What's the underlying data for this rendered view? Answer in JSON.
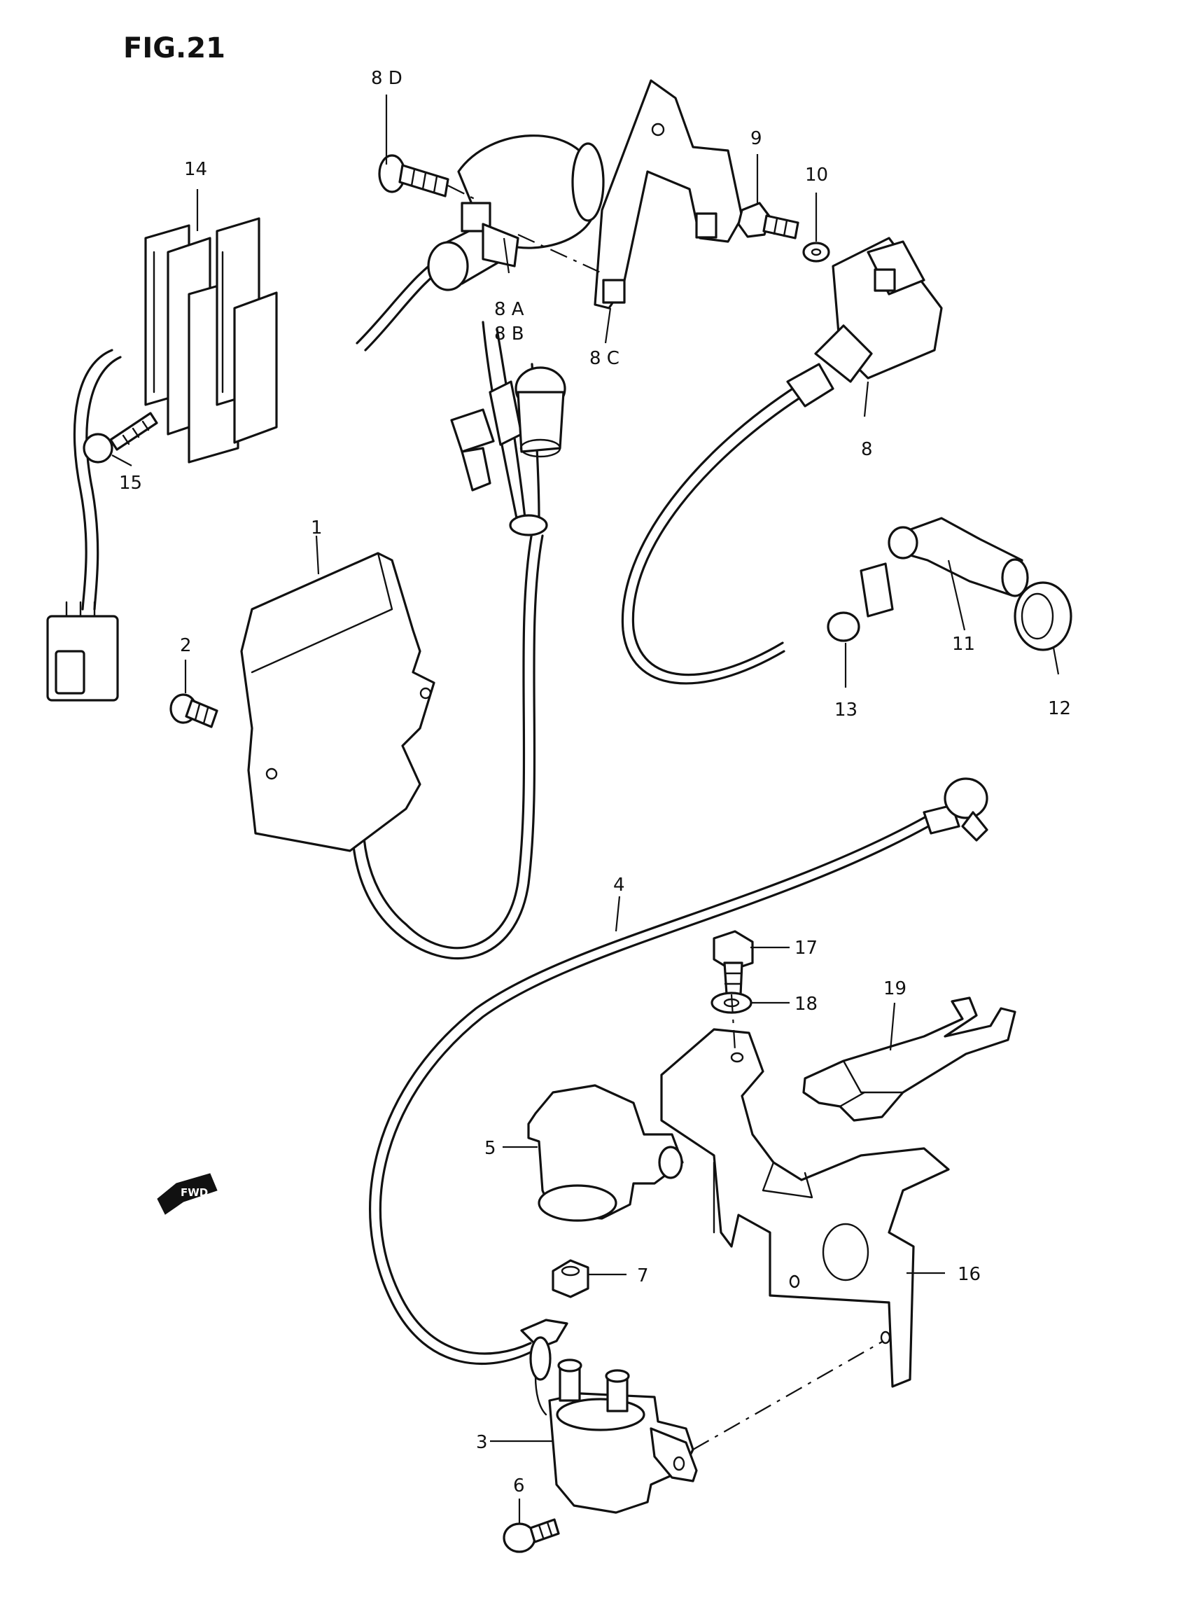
{
  "figure_title": "FIG.21",
  "fwd_label": "FWD",
  "labels": {
    "p1": "1",
    "p2": "2",
    "p3": "3",
    "p4": "4",
    "p5": "5",
    "p6": "6",
    "p7": "7",
    "p8": "8",
    "p8a": "8 A",
    "p8b": "8 B",
    "p8c": "8 C",
    "p8d": "8 D",
    "p9": "9",
    "p10": "10",
    "p11": "11",
    "p12": "12",
    "p13": "13",
    "p14": "14",
    "p15": "15",
    "p16": "16",
    "p17": "17",
    "p18": "18",
    "p19": "19"
  }
}
